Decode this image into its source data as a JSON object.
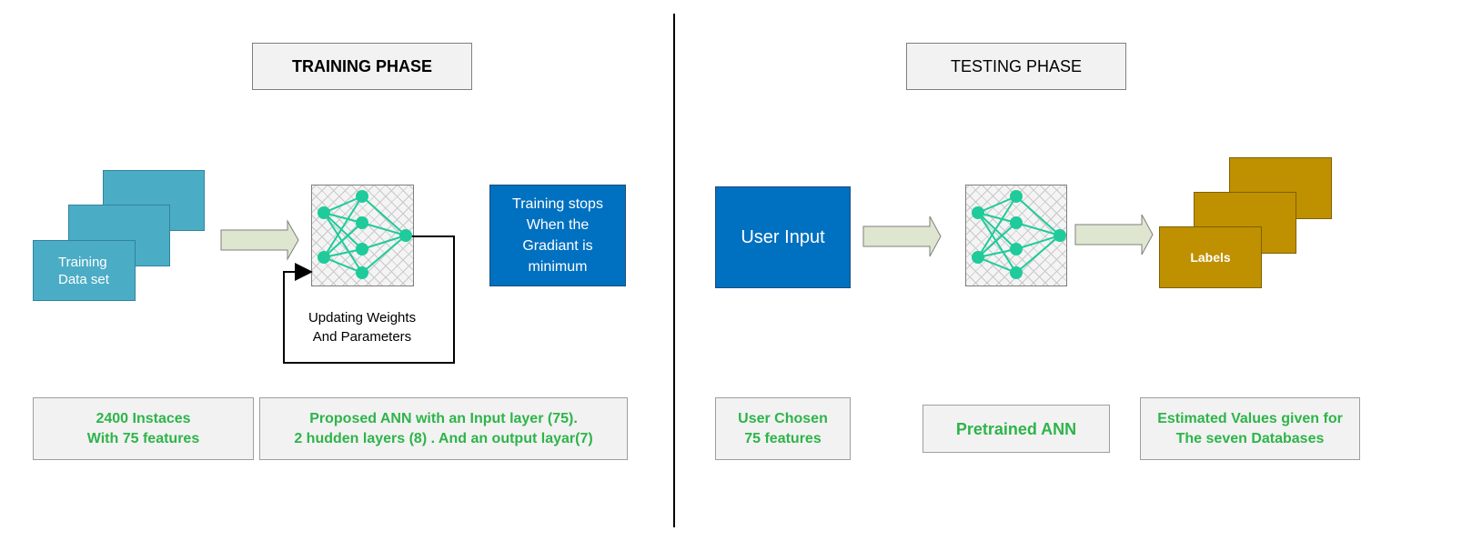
{
  "training": {
    "title": "TRAINING PHASE",
    "dataset_label": "Training\nData set",
    "stop_condition": "Training stops\nWhen the\nGradiant is\nminimum",
    "loop_label": "Updating Weights\nAnd Parameters",
    "instances_info": "2400 Instaces\nWith 75 features",
    "ann_info": "Proposed ANN with an Input layer (75).\n2 hudden layers (8) . And an output layar(7)"
  },
  "testing": {
    "title": "TESTING PHASE",
    "user_input": "User Input",
    "labels": "Labels",
    "features_info": "User Chosen\n75 features",
    "pretrained_info": "Pretrained ANN",
    "estimates_info": "Estimated Values given for\nThe seven Databases"
  },
  "colors": {
    "teal": "#4bacc6",
    "blue": "#0070c0",
    "gold": "#bf9000",
    "green_text": "#2eb44a",
    "node": "#1fcb9a"
  },
  "icons": [
    "neural-network-icon",
    "arrow-right-icon",
    "feedback-loop-arrow"
  ]
}
